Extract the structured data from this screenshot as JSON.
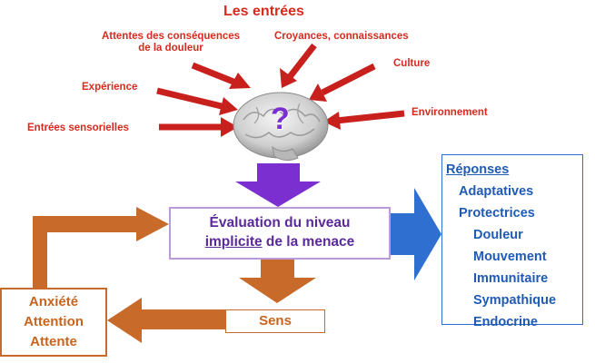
{
  "inputs": {
    "title": "Les entrées",
    "attentes_line1": "Attentes des conséquences",
    "attentes_line2": "de la douleur",
    "croyances": "Croyances, connaissances",
    "culture": "Culture",
    "experience": "Expérience",
    "environnement": "Environnement",
    "sensorielles": "Entrées sensorielles"
  },
  "brain": {
    "symbol": "?"
  },
  "evaluation": {
    "line1": "Évaluation  du niveau",
    "underlined": "implicite",
    "line2_rest": " de la menace"
  },
  "sens": {
    "label": "Sens"
  },
  "feedback": {
    "items": [
      "Anxiété",
      "Attention",
      "Attente"
    ]
  },
  "responses": {
    "title": "Réponses",
    "items": [
      "Adaptatives",
      "Protectrices",
      "Douleur",
      "Mouvement",
      "Immunitaire",
      "Sympathique",
      "Endocrine"
    ]
  },
  "colors": {
    "input_arrows": "#c8201c",
    "input_text": "#d62b1e",
    "brain_arrow": "#7b2fd0",
    "brain_symbol": "#7b2fd0",
    "evaluation_border": "#b99cd9",
    "evaluation_text": "#5b2a9a",
    "output_arrow": "#2f6fcf",
    "responses_border": "#2f6fcf",
    "responses_text": "#1f5bb5",
    "feedback_arrows": "#c86a2a",
    "feedback_text": "#c8641e",
    "feedback_border": "#c86a2a",
    "sens_border": "#c86a2a"
  }
}
